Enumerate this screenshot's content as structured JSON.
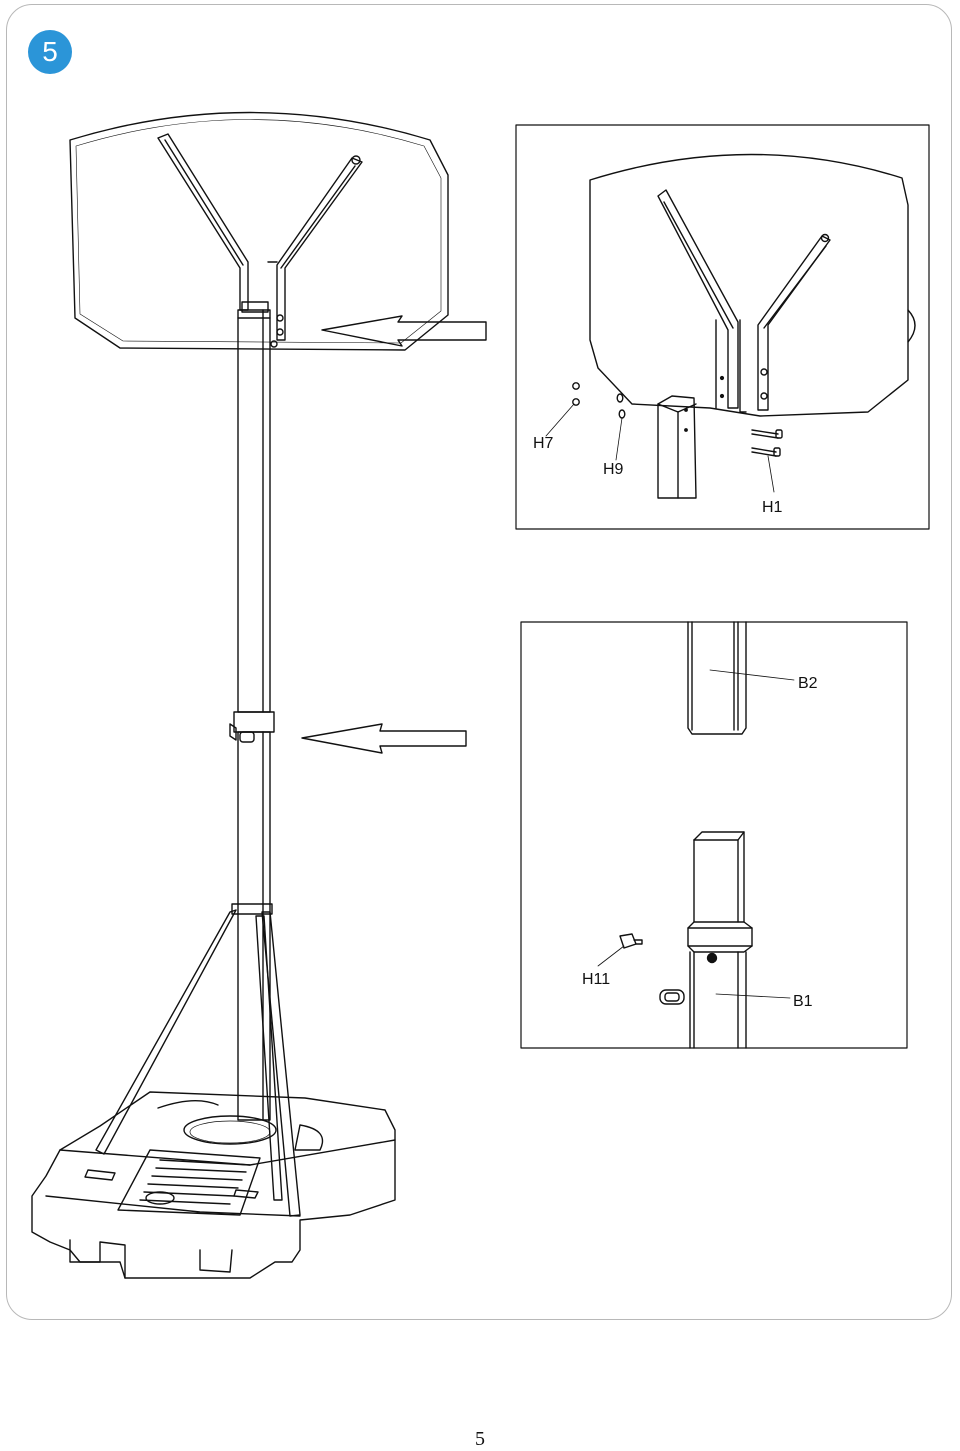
{
  "step": {
    "number": "5"
  },
  "detail_top": {
    "labels": {
      "nut": "H7",
      "washer": "H9",
      "bolt": "H1"
    }
  },
  "detail_bottom": {
    "labels": {
      "upper_pole": "B2",
      "knob": "H11",
      "lower_pole": "B1"
    }
  },
  "page": {
    "number": "5"
  }
}
